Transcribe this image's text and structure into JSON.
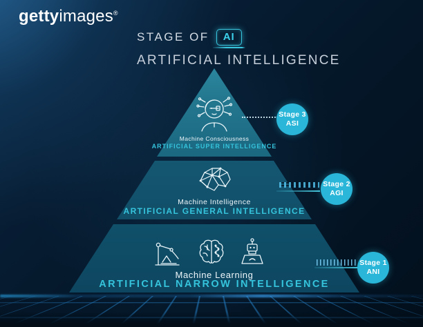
{
  "brand": {
    "logo_bold": "getty",
    "logo_regular": "images",
    "registered": "®"
  },
  "title": {
    "prefix": "STAGE OF",
    "ai_badge": "AI",
    "line2": "ARTIFICIAL INTELLIGENCE"
  },
  "pyramid": {
    "levels": [
      {
        "label": "Machine Consciousness",
        "sublabel": "ARTIFICIAL SUPER INTELLIGENCE",
        "stage_line1": "Stage 3",
        "stage_line2": "ASI",
        "icon": "cyborg-face"
      },
      {
        "label": "Machine Intelligence",
        "sublabel": "ARTIFICIAL GENERAL INTELLIGENCE",
        "stage_line1": "Stage 2",
        "stage_line2": "AGI",
        "icon": "network-brain"
      },
      {
        "label": "Machine Learning",
        "sublabel": "ARTIFICIAL NARROW INTELLIGENCE",
        "stage_line1": "Stage 1",
        "stage_line2": "ANI",
        "icons": [
          "robotic-arm",
          "hybrid-brain",
          "robot"
        ]
      }
    ]
  },
  "colors": {
    "background_navy": "#041627",
    "accent_cyan": "#38c5de",
    "badge_cyan": "#29b6d8",
    "pyramid_teal_light": "#3ba8c0",
    "pyramid_teal_dark": "#0c405a",
    "grid_blue": "#2da5ff",
    "text_white": "#eef6fa"
  }
}
